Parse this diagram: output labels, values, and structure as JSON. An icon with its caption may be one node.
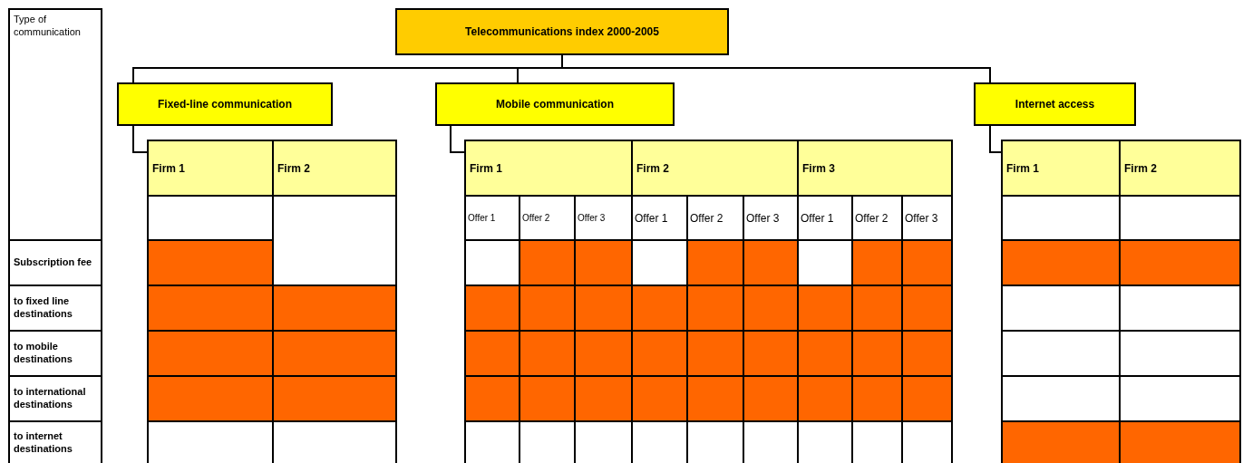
{
  "diagram": {
    "nodes": [
      {
        "text": [
          "Type of communication"
        ]
      },
      {
        "text": [
          "Telecommunications index 2000-2005"
        ]
      },
      {
        "text": [
          "Fixed-line communication"
        ]
      },
      {
        "text": [
          "Mobile communication"
        ]
      },
      {
        "text": [
          "Internet access"
        ]
      },
      {
        "text": [
          "Firm 1"
        ]
      },
      {
        "text": [
          "Firm 2"
        ]
      },
      {
        "text": [
          "Firm 1"
        ]
      },
      {
        "text": [
          "Firm 2"
        ]
      },
      {
        "text": [
          "Firm 3"
        ]
      },
      {
        "text": [
          "Firm 1"
        ]
      },
      {
        "text": [
          "Firm 2"
        ]
      }
    ],
    "edges": [
      {
        "from": 1,
        "to": 2,
        "arrow": "none"
      },
      {
        "from": 1,
        "to": 3,
        "arrow": "none"
      },
      {
        "from": 1,
        "to": 4,
        "arrow": "none"
      },
      {
        "from": 2,
        "to": 5,
        "arrow": "none"
      },
      {
        "from": 3,
        "to": 7,
        "arrow": "none"
      },
      {
        "from": 4,
        "to": 10,
        "arrow": "none"
      }
    ],
    "labels": [
      "Offer 1",
      "Offer 2",
      "Offer 3",
      "Offer 1",
      "Offer 2",
      "Offer 3",
      "Offer 1",
      "Offer 2",
      "Offer 3",
      "Subscription fee",
      "to fixed line destinations",
      "to mobile destinations",
      "to international destinations",
      "to internet destinations"
    ]
  }
}
